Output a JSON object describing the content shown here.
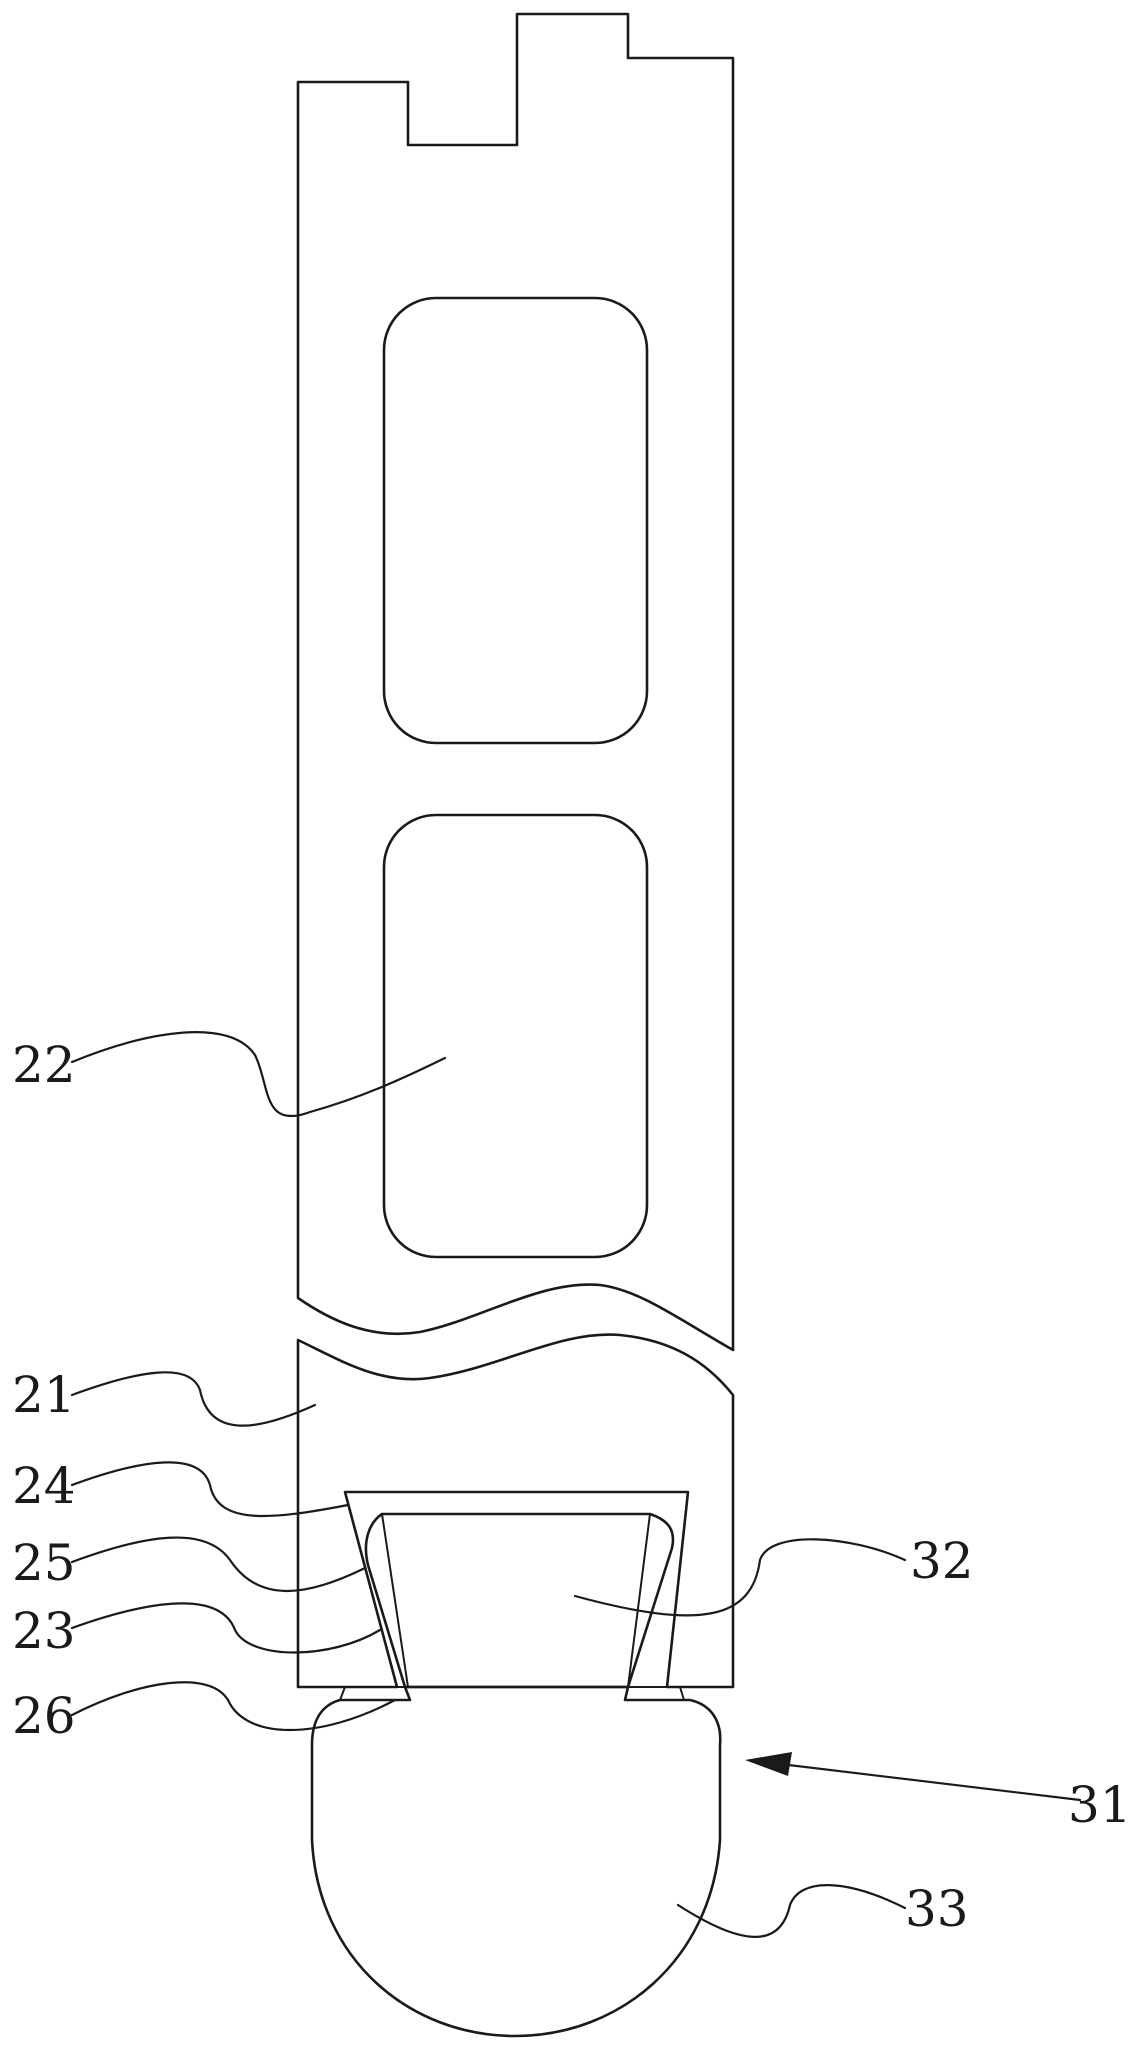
{
  "diagram": {
    "colors": {
      "line": "#1a1a1a",
      "background": "#ffffff"
    },
    "labels": [
      {
        "id": "22",
        "text": "22"
      },
      {
        "id": "21",
        "text": "21"
      },
      {
        "id": "24",
        "text": "24"
      },
      {
        "id": "25",
        "text": "25"
      },
      {
        "id": "23",
        "text": "23"
      },
      {
        "id": "26",
        "text": "26"
      },
      {
        "id": "32",
        "text": "32"
      },
      {
        "id": "31",
        "text": "31"
      },
      {
        "id": "33",
        "text": "33"
      }
    ]
  }
}
